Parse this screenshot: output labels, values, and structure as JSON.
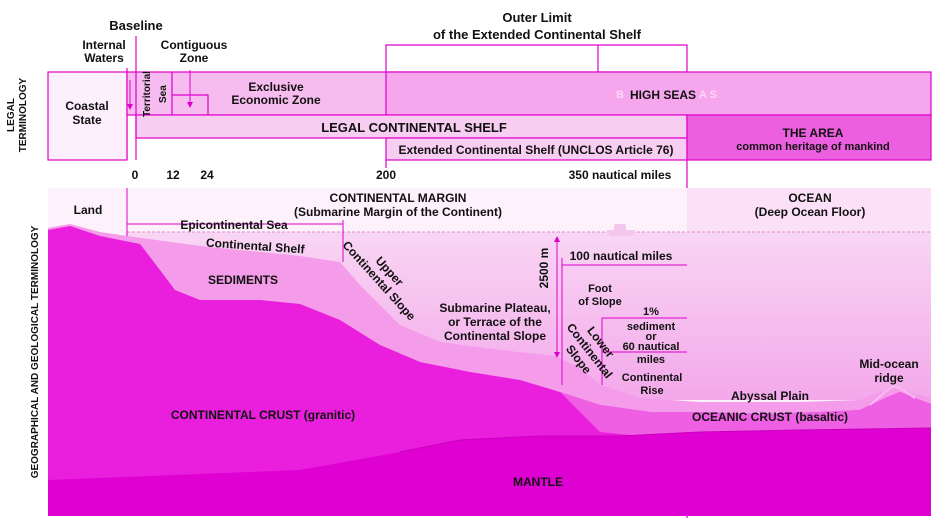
{
  "side_labels": {
    "legal": [
      "LEGAL",
      "TERMINOLOGY"
    ],
    "geo": "GEOGRAPHICAL AND GEOLOGICAL TERMINOLOGY"
  },
  "top": {
    "baseline": "Baseline",
    "internal_waters": [
      "Internal",
      "Waters"
    ],
    "contiguous_zone": [
      "Contiguous",
      "Zone"
    ],
    "outer_limit": [
      "Outer Limit",
      "of the Extended Continental Shelf"
    ]
  },
  "legal": {
    "coastal_state": [
      "Coastal",
      "State"
    ],
    "territorial_sea": [
      "Territorial",
      "Sea"
    ],
    "eez": [
      "Exclusive",
      "Economic Zone"
    ],
    "high_seas": "HIGH SEAS",
    "high_seas_fragments": [
      "B",
      "A S"
    ],
    "legal_shelf": "LEGAL CONTINENTAL SHELF",
    "extended_shelf": "Extended Continental Shelf (UNCLOS Article 76)",
    "the_area": [
      "THE AREA",
      "common heritage of mankind"
    ]
  },
  "scale": {
    "zero": "0",
    "twelve": "12",
    "twentyfour": "24",
    "two_hundred": "200",
    "three_fifty": "350 nautical miles"
  },
  "geo": {
    "land": "Land",
    "margin": [
      "CONTINENTAL MARGIN",
      "(Submarine Margin of the Continent)"
    ],
    "ocean": [
      "OCEAN",
      "(Deep Ocean Floor)"
    ],
    "epicontinental": "Epicontinental Sea",
    "shelf": "Continental Shelf",
    "sediments": "SEDIMENTS",
    "upper_slope": [
      "Upper",
      "Continental Slope"
    ],
    "plateau": [
      "Submarine Plateau,",
      "or Terrace of the",
      "Continental Slope"
    ],
    "depth": "2500 m",
    "hundred_nm": "100 nautical miles",
    "foot": [
      "Foot",
      "of Slope"
    ],
    "one_percent": [
      "1%",
      "sediment",
      "or",
      "60 nautical",
      "miles"
    ],
    "lower_slope": [
      "Lower",
      "Continental",
      "Slope"
    ],
    "rise": [
      "Continental",
      "Rise"
    ],
    "abyssal": "Abyssal Plain",
    "ridge": [
      "Mid-ocean",
      "ridge"
    ],
    "cont_crust": "CONTINENTAL CRUST (granitic)",
    "oce_crust": "OCEANIC CRUST (basaltic)",
    "mantle": "MANTLE"
  },
  "colors": {
    "magenta": "#e600d8",
    "light_pink": "#fbe3f7",
    "mid_pink": "#f6b9ef",
    "band_pink": "#ef84e6",
    "line": "#e000cc"
  }
}
